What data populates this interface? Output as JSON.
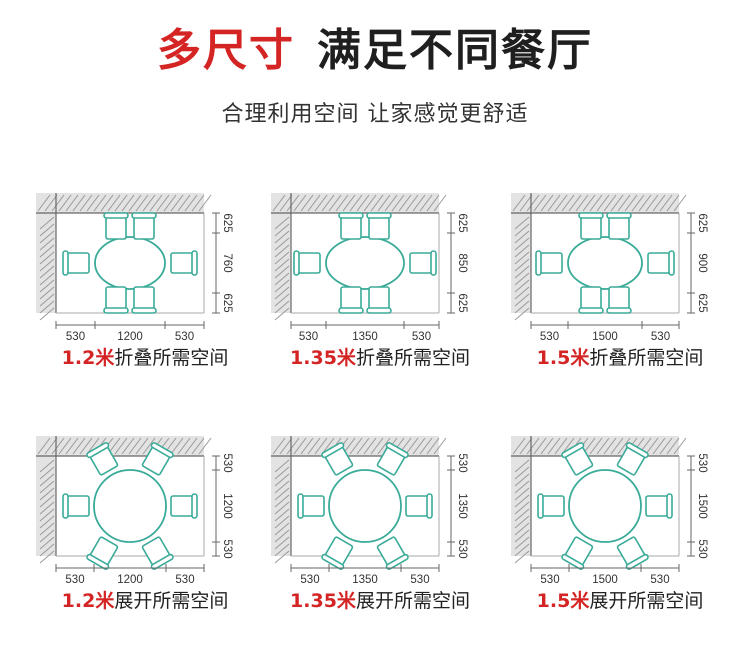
{
  "header": {
    "title_red": "多尺寸",
    "title_black": "满足不同餐厅",
    "subtitle": "合理利用空间 让家感觉更舒适"
  },
  "colors": {
    "accent": "#d42424",
    "chair": "#3aab99",
    "wall": "#999999"
  },
  "folded": [
    {
      "size": "1.2米",
      "caption": "折叠所需空间",
      "dims_x": [
        "530",
        "1200",
        "530"
      ],
      "dims_y": [
        "625",
        "760",
        "625"
      ]
    },
    {
      "size": "1.35米",
      "caption": "折叠所需空间",
      "dims_x": [
        "530",
        "1350",
        "530"
      ],
      "dims_y": [
        "625",
        "850",
        "625"
      ]
    },
    {
      "size": "1.5米",
      "caption": "折叠所需空间",
      "dims_x": [
        "530",
        "1500",
        "530"
      ],
      "dims_y": [
        "625",
        "900",
        "625"
      ]
    }
  ],
  "expanded": [
    {
      "size": "1.2米",
      "caption": "展开所需空间",
      "dims_x": [
        "530",
        "1200",
        "530"
      ],
      "dims_y": [
        "530",
        "1200",
        "530"
      ]
    },
    {
      "size": "1.35米",
      "caption": "展开所需空间",
      "dims_x": [
        "530",
        "1350",
        "530"
      ],
      "dims_y": [
        "530",
        "1350",
        "530"
      ]
    },
    {
      "size": "1.5米",
      "caption": "展开所需空间",
      "dims_x": [
        "530",
        "1500",
        "530"
      ],
      "dims_y": [
        "530",
        "1500",
        "530"
      ]
    }
  ]
}
